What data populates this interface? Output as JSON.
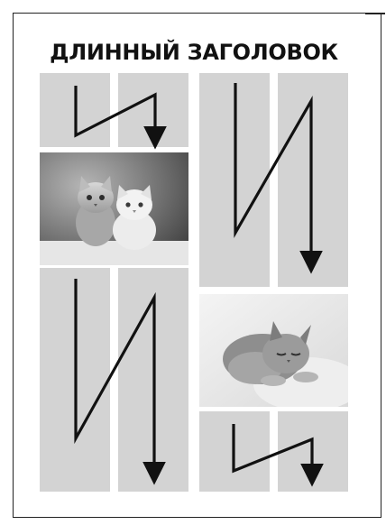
{
  "document": {
    "title": "ДЛИННЫЙ ЗАГОЛОВОК"
  },
  "images": [
    {
      "name": "two-kittens-photo",
      "description": ""
    },
    {
      "name": "sleeping-kitten-photo",
      "description": ""
    }
  ],
  "icons": [
    "reading-flow-arrow"
  ]
}
